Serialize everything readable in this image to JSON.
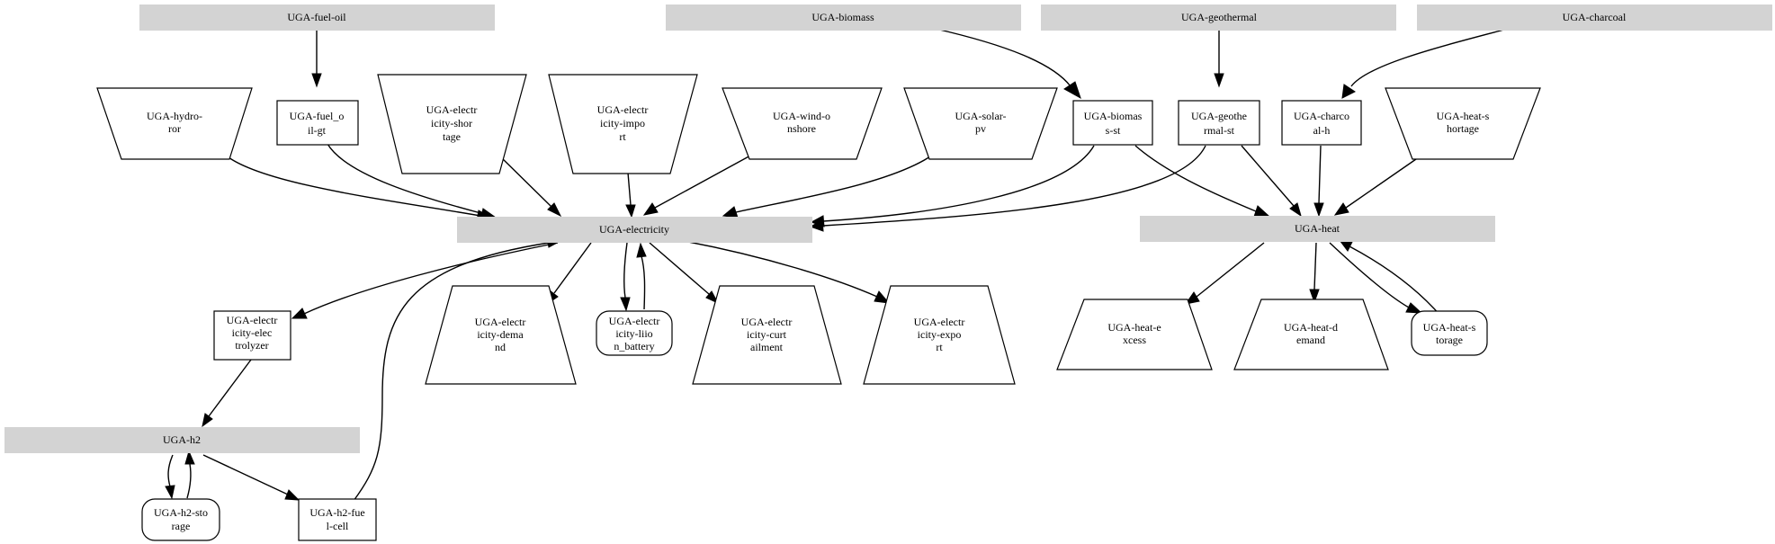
{
  "nodes": {
    "fuel_oil_bus": {
      "lines": [
        "UGA-fuel-oil"
      ]
    },
    "biomass_bus": {
      "lines": [
        "UGA-biomass"
      ]
    },
    "geothermal_bus": {
      "lines": [
        "UGA-geothermal"
      ]
    },
    "charcoal_bus": {
      "lines": [
        "UGA-charcoal"
      ]
    },
    "hydro_ror": {
      "lines": [
        "UGA-hydro-",
        "ror"
      ]
    },
    "fuel_oil_gt": {
      "lines": [
        "UGA-fuel_o",
        "il-gt"
      ]
    },
    "elec_shortage": {
      "lines": [
        "UGA-electr",
        "icity-shor",
        "tage"
      ]
    },
    "elec_import": {
      "lines": [
        "UGA-electr",
        "icity-impo",
        "rt"
      ]
    },
    "wind_onshore": {
      "lines": [
        "UGA-wind-o",
        "nshore"
      ]
    },
    "solar_pv": {
      "lines": [
        "UGA-solar-",
        "pv"
      ]
    },
    "biomass_st": {
      "lines": [
        "UGA-biomas",
        "s-st"
      ]
    },
    "geothermal_st": {
      "lines": [
        "UGA-geothe",
        "rmal-st"
      ]
    },
    "charcoal_h": {
      "lines": [
        "UGA-charco",
        "al-h"
      ]
    },
    "heat_shortage": {
      "lines": [
        "UGA-heat-s",
        "hortage"
      ]
    },
    "electricity_bus": {
      "lines": [
        "UGA-electricity"
      ]
    },
    "heat_bus": {
      "lines": [
        "UGA-heat"
      ]
    },
    "electrolyzer": {
      "lines": [
        "UGA-electr",
        "icity-elec",
        "trolyzer"
      ]
    },
    "elec_demand": {
      "lines": [
        "UGA-electr",
        "icity-dema",
        "nd"
      ]
    },
    "liion_battery": {
      "lines": [
        "UGA-electr",
        "icity-liio",
        "n_battery"
      ]
    },
    "elec_curtail": {
      "lines": [
        "UGA-electr",
        "icity-curt",
        "ailment"
      ]
    },
    "elec_export": {
      "lines": [
        "UGA-electr",
        "icity-expo",
        "rt"
      ]
    },
    "heat_excess": {
      "lines": [
        "UGA-heat-e",
        "xcess"
      ]
    },
    "heat_demand": {
      "lines": [
        "UGA-heat-d",
        "emand"
      ]
    },
    "heat_storage": {
      "lines": [
        "UGA-heat-s",
        "torage"
      ]
    },
    "h2_bus": {
      "lines": [
        "UGA-h2"
      ]
    },
    "h2_storage": {
      "lines": [
        "UGA-h2-sto",
        "rage"
      ]
    },
    "h2_fuel_cell": {
      "lines": [
        "UGA-h2-fue",
        "l-cell"
      ]
    }
  },
  "edges": [
    {
      "from": "fuel_oil_bus",
      "to": "fuel_oil_gt"
    },
    {
      "from": "biomass_bus",
      "to": "biomass_st"
    },
    {
      "from": "geothermal_bus",
      "to": "geothermal_st"
    },
    {
      "from": "charcoal_bus",
      "to": "charcoal_h"
    },
    {
      "from": "hydro_ror",
      "to": "electricity_bus"
    },
    {
      "from": "fuel_oil_gt",
      "to": "electricity_bus"
    },
    {
      "from": "elec_shortage",
      "to": "electricity_bus"
    },
    {
      "from": "elec_import",
      "to": "electricity_bus"
    },
    {
      "from": "wind_onshore",
      "to": "electricity_bus"
    },
    {
      "from": "solar_pv",
      "to": "electricity_bus"
    },
    {
      "from": "biomass_st",
      "to": "electricity_bus"
    },
    {
      "from": "geothermal_st",
      "to": "electricity_bus"
    },
    {
      "from": "biomass_st",
      "to": "heat_bus"
    },
    {
      "from": "geothermal_st",
      "to": "heat_bus"
    },
    {
      "from": "charcoal_h",
      "to": "heat_bus"
    },
    {
      "from": "heat_shortage",
      "to": "heat_bus"
    },
    {
      "from": "electricity_bus",
      "to": "electrolyzer"
    },
    {
      "from": "electricity_bus",
      "to": "elec_demand"
    },
    {
      "from": "electricity_bus",
      "to": "liion_battery"
    },
    {
      "from": "liion_battery",
      "to": "electricity_bus"
    },
    {
      "from": "electricity_bus",
      "to": "elec_curtail"
    },
    {
      "from": "electricity_bus",
      "to": "elec_export"
    },
    {
      "from": "heat_bus",
      "to": "heat_excess"
    },
    {
      "from": "heat_bus",
      "to": "heat_demand"
    },
    {
      "from": "heat_bus",
      "to": "heat_storage"
    },
    {
      "from": "heat_storage",
      "to": "heat_bus"
    },
    {
      "from": "electrolyzer",
      "to": "h2_bus"
    },
    {
      "from": "h2_bus",
      "to": "h2_storage"
    },
    {
      "from": "h2_storage",
      "to": "h2_bus"
    },
    {
      "from": "h2_bus",
      "to": "h2_fuel_cell"
    },
    {
      "from": "h2_fuel_cell",
      "to": "electricity_bus"
    }
  ]
}
